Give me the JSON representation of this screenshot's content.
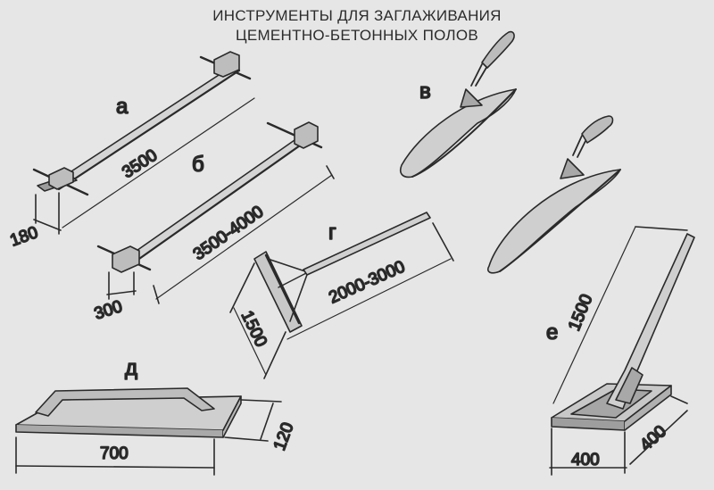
{
  "title": {
    "line1": "ИНСТРУМЕНТЫ ДЛЯ ЗАГЛАЖИВАНИЯ",
    "line2": "ЦЕМЕНТНО-БЕТОННЫХ ПОЛОВ"
  },
  "tools": {
    "a": {
      "label": "а",
      "length": "3500",
      "width": "180"
    },
    "b": {
      "label": "б",
      "length": "3500-4000",
      "width": "300"
    },
    "v": {
      "label": "в"
    },
    "g": {
      "label": "г",
      "length": "2000-3000",
      "width": "1500"
    },
    "d": {
      "label": "д",
      "length": "700",
      "width": "120"
    },
    "e": {
      "label": "е",
      "height": "1500",
      "width": "400",
      "depth": "400"
    }
  }
}
